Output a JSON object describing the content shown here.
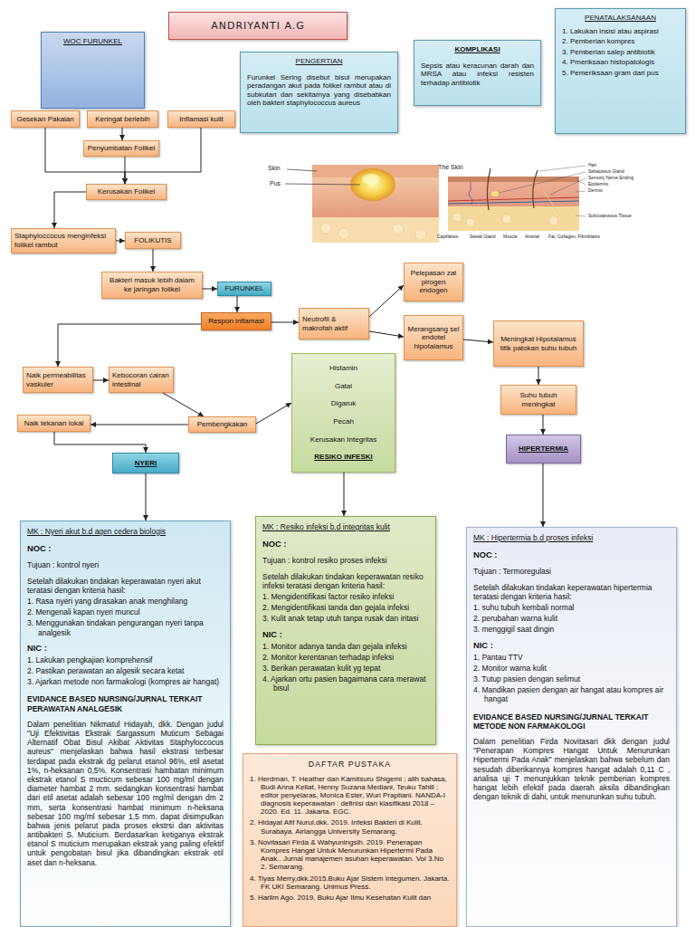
{
  "diagram": {
    "title": "ANDRIYANTI A.G",
    "nodes": [
      {
        "text": [
          "WOC FURUNKEL"
        ]
      },
      {
        "text": [
          "PENGERTIAN",
          "Furunkel Sering disebut bisul merupakan peradangan akut pada folikel rambut atau di subkutan dan sekitarnya yang disebabkan oleh bakteri staphylococcus aureus"
        ]
      },
      {
        "text": [
          "KOMPLIKASI",
          "Sepsis atau keracunan darah dan MRSA atau infeksi resisten terhadap antibiotik"
        ]
      },
      {
        "text": [
          "PENATALAKSANAAN",
          "1. Lakukan insisi atau aspirasi",
          "2. Pemberian kompres",
          "3. Pemberian salep antibiotik",
          "4. Pmeriksaan histopatologis",
          "5. Pemeriksaan gram dari pus"
        ]
      },
      {
        "text": [
          "Gesekan Pakaian"
        ]
      },
      {
        "text": [
          "Keringat berlebih"
        ]
      },
      {
        "text": [
          "Inflamasi kulit"
        ]
      },
      {
        "text": [
          "Penyumbatan Folikel"
        ]
      },
      {
        "text": [
          "Kerusakan Folikel"
        ]
      },
      {
        "text": [
          "Staphyloccocus menginfeksi folikel rambut"
        ]
      },
      {
        "text": [
          "FOLIKUTIS"
        ]
      },
      {
        "text": [
          "Bakteri masuk lebih dalam ke jaringan folikel"
        ]
      },
      {
        "text": [
          "FURUNKEL"
        ]
      },
      {
        "text": [
          "Respon inflamasi"
        ]
      },
      {
        "text": [
          "Neutrofil & makrofah aktif"
        ]
      },
      {
        "text": [
          "Pelepasan zat pirogen endogen"
        ]
      },
      {
        "text": [
          "Merangsang sel endotel hipotalamus"
        ]
      },
      {
        "text": [
          "Meningkat Hipotalamus titik patokan suhu tubuh"
        ]
      },
      {
        "text": [
          "Suhu tubuh meningkat"
        ]
      },
      {
        "text": [
          "HIPERTERMIA"
        ]
      },
      {
        "text": [
          "Naik permeabilitas vaskuler"
        ]
      },
      {
        "text": [
          "Kebocoran cairan intestinal"
        ]
      },
      {
        "text": [
          "Pembengkakan"
        ]
      },
      {
        "text": [
          "Naik tekanan lokal"
        ]
      },
      {
        "text": [
          "NYERI"
        ]
      },
      {
        "text": [
          "Histamin",
          "Gatal",
          "Digaruk",
          "Pecah",
          "Kerusakan Integritas",
          "RESIKO INFESKI"
        ]
      },
      {
        "text": [
          "MK : Nyeri akut b.d agen cedera biologis",
          "NOC :",
          "Tujuan : kontrol nyeri",
          "Setelah dilakukan tindakan keperawatan nyeri akut teratasi dengan kriteria hasil:",
          "1. Rasa nyeri yang dirasakan anak menghilang",
          "2. Mengenali kapan nyeri muncul",
          "3. Menggunakan tindakan pengurangan nyeri tanpa analgesik",
          "NIC :",
          "1. Lakukan pengkajian komprehensif",
          "2. Pastikan perawatan an algesik secara ketat",
          "3. Ajarkan metode non farmakologi (kompres air hangat)",
          "EVIDANCE BASED NURSING/JURNAL TERKAIT PERAWATAN ANALGESIK",
          "Dalam penelitian Nikmatul Hidayah, dkk. Dengan judul \"Uji Efektivitas Ekstrak Sargassum Muticum Sebagai Alternatif Obat Bisul Akibat Aktivitas Staphyloccocus aureus\" menjelaskan bahwa hasil ekstrasi terbesar terdapat pada ekstrak dg pelarut etanol 96%, etil asetat 1%, n-heksanan 0,5%. Konsentrasi hambatan minimum ekstrak etanol S mucticum sebesar 100 mg/ml dengan diameter hambat 2 mm. sedangkan konsentrasi hambat dari etil asetat adalah sebesar 100 mg/ml dengan dm 2 mm, serta konsentrasi hambat minimum n-heksana sebesar 100 mg/ml sebesar 1,5 mm. dapat disimpulkan bahwa jenis pelarut pada proses ekstrsi dan aktivitas antibakteri S. Muticium. Berdasarkan ketiganya ekstrak etanol S muticium merupakan ekstrak yang paling efektif untuk pengobatan bisul jika dibandingkan ekstrak etil aset dan n-heksana."
        ]
      },
      {
        "text": [
          "MK : Resiko infeksi b.d integritas kulit",
          "NOC :",
          "Tujuan : kontrol resiko proses infeksi",
          "Setelah dilakukan tindakan keperawatan resiko infeksi teratasi dengan kriteria hasil:",
          "1. Mengidentifikasi factor resiko infeksi",
          "2. Mengidentifikasi tanda dan gejala infeksi",
          "3. Kulit anak tetap utuh tanpa rusak dan iritasi",
          "NIC :",
          "1. Monitor adanya tanda dan gejala infeksi",
          "2. Monitor kerentanan terhadap infeksi",
          "3. Berikan perawatan kulit yg tepat",
          "4. Ajarkan ortu pasien bagaimana cara merawat bisul"
        ]
      },
      {
        "text": [
          "MK : Hipertermia b.d proses infeksi",
          "NOC :",
          "Tujuan : Termoregulasi",
          "Setelah dilakukan tindakan keperawatan hipertermia teratasi dengan kriteria hasil:",
          "1. suhu tubuh kembali normal",
          "2. perubahan warna kulit",
          "3. menggigil saat dingin",
          "NIC :",
          "1. Pantau TTV",
          "2. Monitor warna kulit",
          "3. Tutup pasien dengan selimut",
          "4. Mandikan pasien dengan air hangat atau kompres air hangat",
          "EVIDANCE BASED NURSING/JURNAL TERKAIT METODE NON FARMAKOLOGI",
          "Dalam penelitian Firda Novitasari dkk dengan judul \"Penerapan Kompres Hangat Untuk Menurunkan Hipertermi Pada Anak\" menjelaskan bahwa sebelum dan sesudah diberikannya kompres hangat adalah 0,11 C , analisa uji T menunjukkan teknik pemberian kompres hangat lebih efektif pada daerah aksila dibandingkan dengan teknik di dahi, untuk menurunkan suhu tubuh."
        ]
      },
      {
        "text": [
          "DAFTAR PUSTAKA",
          "1. Herdman, T. Heather dan Kamitsuru Shigemi ; alih bahasa, Budi Anna Keliat, Henny Suzana Mediani, Teuku Tahlil ; editor penyelaras, Monica Ester, Wuri Praptiani. NANDA-I diagnosis keperawatan : definisi dan klasifikasi 2018 – 2020. Ed. 11. Jakarta. EGC.",
          "2. Hidayat Afif Nurul,dkk. 2019. Infeksi Bakteri di Kulit. Surabaya. Airlangga University Semarang.",
          "3. Novitasari Firda & Wahyuningsih. 2019. Penerapan Kompres Hangat Untuk Menurunkan Hipertermi Pada Anak.. Jurnal manajemen asuhan keperawatan. Vol 3.No 2. Semarang.",
          "4. Tiyas Merry,dkk.2015.Buku Ajar Sistem Integumen. Jakarta. FK UKI Semarang. Unimus Press.",
          "5. Harlim Ago. 2019. Buku Ajar Ilmu Kesehatan Kulit dan"
        ]
      }
    ],
    "edges": [
      {
        "from": 4,
        "to": 8,
        "arrow": "to"
      },
      {
        "from": 6,
        "to": 8,
        "arrow": "to"
      },
      {
        "from": 7,
        "to": 8,
        "arrow": "to"
      },
      {
        "from": 5,
        "to": 7,
        "arrow": "to"
      },
      {
        "from": 8,
        "to": 9,
        "arrow": "to"
      },
      {
        "from": 9,
        "to": 10,
        "arrow": "to"
      },
      {
        "from": 10,
        "to": 11,
        "arrow": "to"
      },
      {
        "from": 11,
        "to": 12,
        "arrow": "to"
      },
      {
        "from": 12,
        "to": 13,
        "arrow": "to"
      },
      {
        "from": 13,
        "to": 14,
        "arrow": "to"
      },
      {
        "from": 14,
        "to": 15,
        "arrow": "to"
      },
      {
        "from": 14,
        "to": 16,
        "arrow": "to"
      },
      {
        "from": 16,
        "to": 17,
        "arrow": "to"
      },
      {
        "from": 17,
        "to": 18,
        "arrow": "to"
      },
      {
        "from": 18,
        "to": 19,
        "arrow": "to"
      },
      {
        "from": 13,
        "to": 20,
        "arrow": "to"
      },
      {
        "from": 20,
        "to": 21,
        "arrow": "to"
      },
      {
        "from": 21,
        "to": 22,
        "arrow": "to"
      },
      {
        "from": 22,
        "to": 25,
        "arrow": "to"
      },
      {
        "from": 22,
        "to": 23,
        "arrow": "to"
      },
      {
        "from": 23,
        "to": 24,
        "arrow": "to"
      },
      {
        "from": 24,
        "to": 26,
        "arrow": "to"
      },
      {
        "from": 25,
        "to": 27,
        "arrow": "to"
      },
      {
        "from": 19,
        "to": 28,
        "arrow": "to"
      }
    ],
    "labels": [
      "Skin",
      "Pus",
      "The Skin",
      "Hair",
      "Sebaceous Gland",
      "Sensory Nerve Ending",
      "Epidermis",
      "Dermis",
      "Subcutaneous Tissue",
      "Capillaries",
      "Sweat Gland",
      "Muscle",
      "Arterial",
      "Fat, Collagen, Fibroblasts"
    ]
  }
}
